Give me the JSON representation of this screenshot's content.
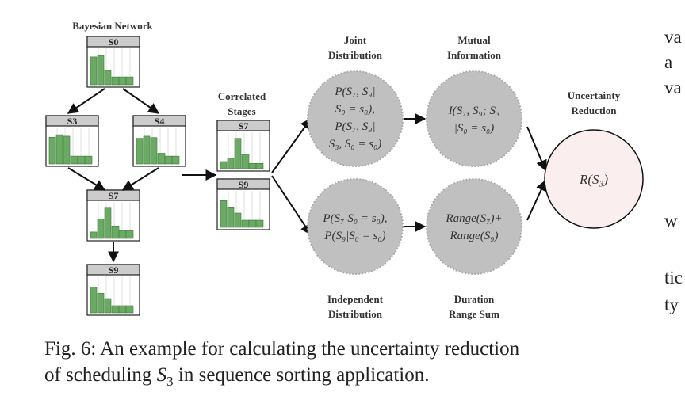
{
  "figure": {
    "title": "Bayesian Network",
    "nodes": [
      {
        "id": "S0",
        "label": "S0",
        "bars": [
          0.78,
          0.82,
          0.4,
          0.22,
          0.22,
          0.22
        ]
      },
      {
        "id": "S3",
        "label": "S3",
        "bars": [
          0.75,
          0.82,
          0.78,
          0.22,
          0.22,
          0.22
        ]
      },
      {
        "id": "S4",
        "label": "S4",
        "bars": [
          0.72,
          0.78,
          0.74,
          0.3,
          0.22,
          0.22
        ]
      },
      {
        "id": "S7",
        "label": "S7",
        "bars": [
          0.18,
          0.55,
          0.85,
          0.35,
          0.22,
          0.22
        ]
      },
      {
        "id": "S9",
        "label": "S9",
        "bars": [
          0.72,
          0.55,
          0.4,
          0.2,
          0.2,
          0.2
        ]
      }
    ],
    "correlated": {
      "label_line1": "Correlated",
      "label_line2": "Stages",
      "s7": {
        "label": "S7",
        "bars": [
          0.2,
          0.3,
          0.85,
          0.4,
          0.15,
          0.15
        ]
      },
      "s9": {
        "label": "S9",
        "bars": [
          0.75,
          0.55,
          0.4,
          0.2,
          0.2,
          0.2
        ]
      }
    },
    "joint": {
      "label_line1": "Joint",
      "label_line2": "Distribution",
      "lines": [
        "P(S₇, S₉|",
        "S₀ = s₀),",
        "P(S₇, S₉|",
        "S₃, S₀ = s₀)"
      ]
    },
    "mutual": {
      "label_line1": "Mutual",
      "label_line2": "Information",
      "lines": [
        "I(S₇, S₉; S₃",
        "|S₀ = s₀)"
      ]
    },
    "independent": {
      "label_line1": "Independent",
      "label_line2": "Distribution",
      "lines": [
        "P(S₇|S₀ = s₀),",
        "P(S₉|S₀ = s₀)"
      ]
    },
    "duration": {
      "label_line1": "Duration",
      "label_line2": "Range Sum",
      "lines": [
        "Range(S₇)+",
        "Range(S₉)"
      ]
    },
    "reduction": {
      "label_line1": "Uncertainty",
      "label_line2": "Reduction",
      "text": "R(S₃)"
    },
    "colors": {
      "bar": "#6aaa64",
      "bar_stroke": "#3d7a37",
      "box_header": "#cccccc",
      "circle": "#c0c0c0",
      "reduction_fill": "#fbeeee"
    }
  },
  "caption": {
    "line1": "Fig. 6: An example for calculating the uncertainty reduction",
    "line2_a": "of scheduling ",
    "line2_var": "S",
    "line2_sub": "3",
    "line2_b": " in sequence sorting application."
  },
  "side_text": [
    "va",
    "a",
    "va",
    "w",
    "tic",
    "ty"
  ]
}
